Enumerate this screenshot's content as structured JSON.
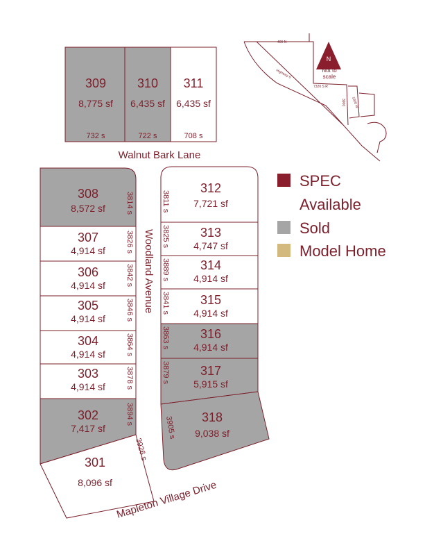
{
  "colors": {
    "sold": "#a6a5a5",
    "available": "#ffffff",
    "spec": "#8b1e2d",
    "model": "#d4b97e",
    "line": "#7a1f2b",
    "text": "#7a1f2b"
  },
  "streets": {
    "walnut_bark": "Walnut Bark Lane",
    "woodland": "Woodland Avenue",
    "mapleton": "Mapleton Village Drive"
  },
  "lots": [
    {
      "id": "309",
      "sf": "8,775 sf",
      "address": "732 s",
      "status": "sold"
    },
    {
      "id": "310",
      "sf": "6,435 sf",
      "address": "722 s",
      "status": "sold"
    },
    {
      "id": "311",
      "sf": "6,435 sf",
      "address": "708 s",
      "status": "available"
    },
    {
      "id": "308",
      "sf": "8,572 sf",
      "address": "3814 s",
      "status": "sold"
    },
    {
      "id": "307",
      "sf": "4,914 sf",
      "address": "3826 s",
      "status": "available"
    },
    {
      "id": "306",
      "sf": "4,914 sf",
      "address": "3842 s",
      "status": "available"
    },
    {
      "id": "305",
      "sf": "4,914 sf",
      "address": "3846 s",
      "status": "available"
    },
    {
      "id": "304",
      "sf": "4,914 sf",
      "address": "3864 s",
      "status": "available"
    },
    {
      "id": "303",
      "sf": "4,914 sf",
      "address": "3878 s",
      "status": "available"
    },
    {
      "id": "302",
      "sf": "7,417 sf",
      "address": "3894 s",
      "status": "sold"
    },
    {
      "id": "301",
      "sf": "8,096 sf",
      "address": "3926 s",
      "status": "available"
    },
    {
      "id": "312",
      "sf": "7,721 sf",
      "address": "3811 s",
      "status": "available"
    },
    {
      "id": "313",
      "sf": "4,747 sf",
      "address": "3825 s",
      "status": "available"
    },
    {
      "id": "314",
      "sf": "4,914 sf",
      "address": "3889 s",
      "status": "available"
    },
    {
      "id": "315",
      "sf": "4,914 sf",
      "address": "3841 s",
      "status": "available"
    },
    {
      "id": "316",
      "sf": "4,914 sf",
      "address": "3863 s",
      "status": "sold"
    },
    {
      "id": "317",
      "sf": "5,915 sf",
      "address": "3879 s",
      "status": "sold"
    },
    {
      "id": "318",
      "sf": "9,038 sf",
      "address": "3905 s",
      "status": "sold"
    }
  ],
  "legend": [
    {
      "label": "SPEC",
      "swatch": "spec"
    },
    {
      "label": "Available",
      "swatch": "available"
    },
    {
      "label": "Sold",
      "swatch": "sold"
    },
    {
      "label": "Model Home",
      "swatch": "model"
    }
  ],
  "inset": {
    "north": "N",
    "note_line1": "Not to",
    "note_line2": "scale",
    "labels": [
      "400 N",
      "Highway 6",
      "7320 S R",
      "3900",
      "1900 W"
    ]
  }
}
